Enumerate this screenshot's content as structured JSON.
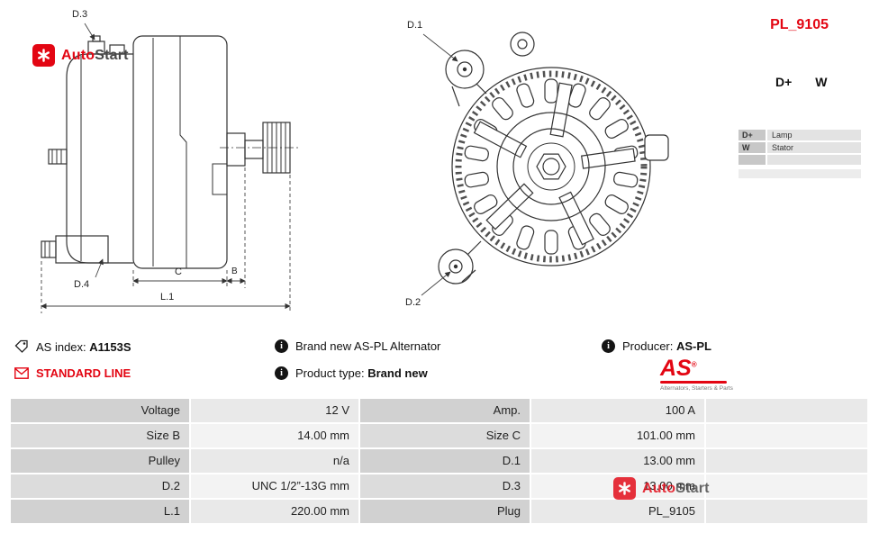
{
  "brand": {
    "name_part1": "Auto",
    "name_part2": "Start",
    "accent_color": "#e30613"
  },
  "header": {
    "part_number": "PL_9105",
    "terminal_labels": [
      "D+",
      "W"
    ]
  },
  "pinout": {
    "rows": [
      {
        "pin": "D+",
        "function": "Lamp"
      },
      {
        "pin": "W",
        "function": "Stator"
      },
      {
        "pin": "",
        "function": ""
      }
    ]
  },
  "drawing": {
    "labels": {
      "d1": "D.1",
      "d2": "D.2",
      "d3": "D.3",
      "d4": "D.4",
      "c": "C",
      "b": "B",
      "l1": "L.1"
    }
  },
  "icons": {
    "info_glyph": "i"
  },
  "info": {
    "as_index": {
      "label": "AS index:",
      "value": "A1153S"
    },
    "line": "STANDARD LINE",
    "description": "Brand new AS-PL Alternator",
    "product_type": {
      "label": "Product type:",
      "value": "Brand new"
    },
    "producer": {
      "label": "Producer:",
      "value": "AS-PL"
    },
    "aspl_logo": {
      "text": "AS",
      "reg": "®",
      "tagline": "Alternators, Starters & Parts"
    }
  },
  "specs": {
    "rows": [
      {
        "label1": "Voltage",
        "value1": "12 V",
        "label2": "Amp.",
        "value2": "100 A"
      },
      {
        "label1": "Size B",
        "value1": "14.00 mm",
        "label2": "Size C",
        "value2": "101.00 mm"
      },
      {
        "label1": "Pulley",
        "value1": "n/a",
        "label2": "D.1",
        "value2": "13.00 mm"
      },
      {
        "label1": "D.2",
        "value1": "UNC 1/2”-13G mm",
        "label2": "D.3",
        "value2": "13.00 mm"
      },
      {
        "label1": "L.1",
        "value1": "220.00 mm",
        "label2": "Plug",
        "value2": "PL_9105"
      }
    ]
  }
}
